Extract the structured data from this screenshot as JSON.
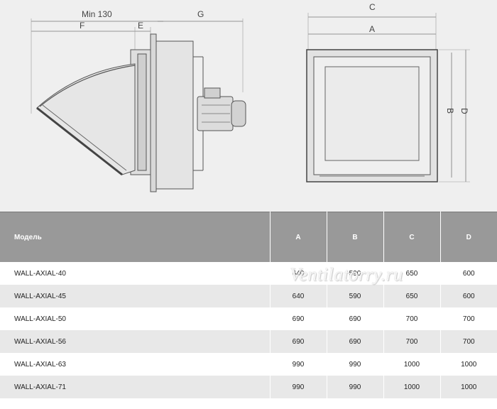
{
  "drawing": {
    "side_view": {
      "dim_min130": "Min 130",
      "dim_f": "F",
      "dim_e": "E",
      "dim_g": "G"
    },
    "front_view": {
      "dim_c": "C",
      "dim_a": "A",
      "dim_b": "B",
      "dim_d": "D"
    }
  },
  "table": {
    "headers": [
      "Модель",
      "A",
      "B",
      "C",
      "D"
    ],
    "rows": [
      [
        "WALL-AXIAL-40",
        "640",
        "590",
        "650",
        "600"
      ],
      [
        "WALL-AXIAL-45",
        "640",
        "590",
        "650",
        "600"
      ],
      [
        "WALL-AXIAL-50",
        "690",
        "690",
        "700",
        "700"
      ],
      [
        "WALL-AXIAL-56",
        "690",
        "690",
        "700",
        "700"
      ],
      [
        "WALL-AXIAL-63",
        "990",
        "990",
        "1000",
        "1000"
      ],
      [
        "WALL-AXIAL-71",
        "990",
        "990",
        "1000",
        "1000"
      ]
    ]
  },
  "watermark": "Ventilatorry.ru"
}
